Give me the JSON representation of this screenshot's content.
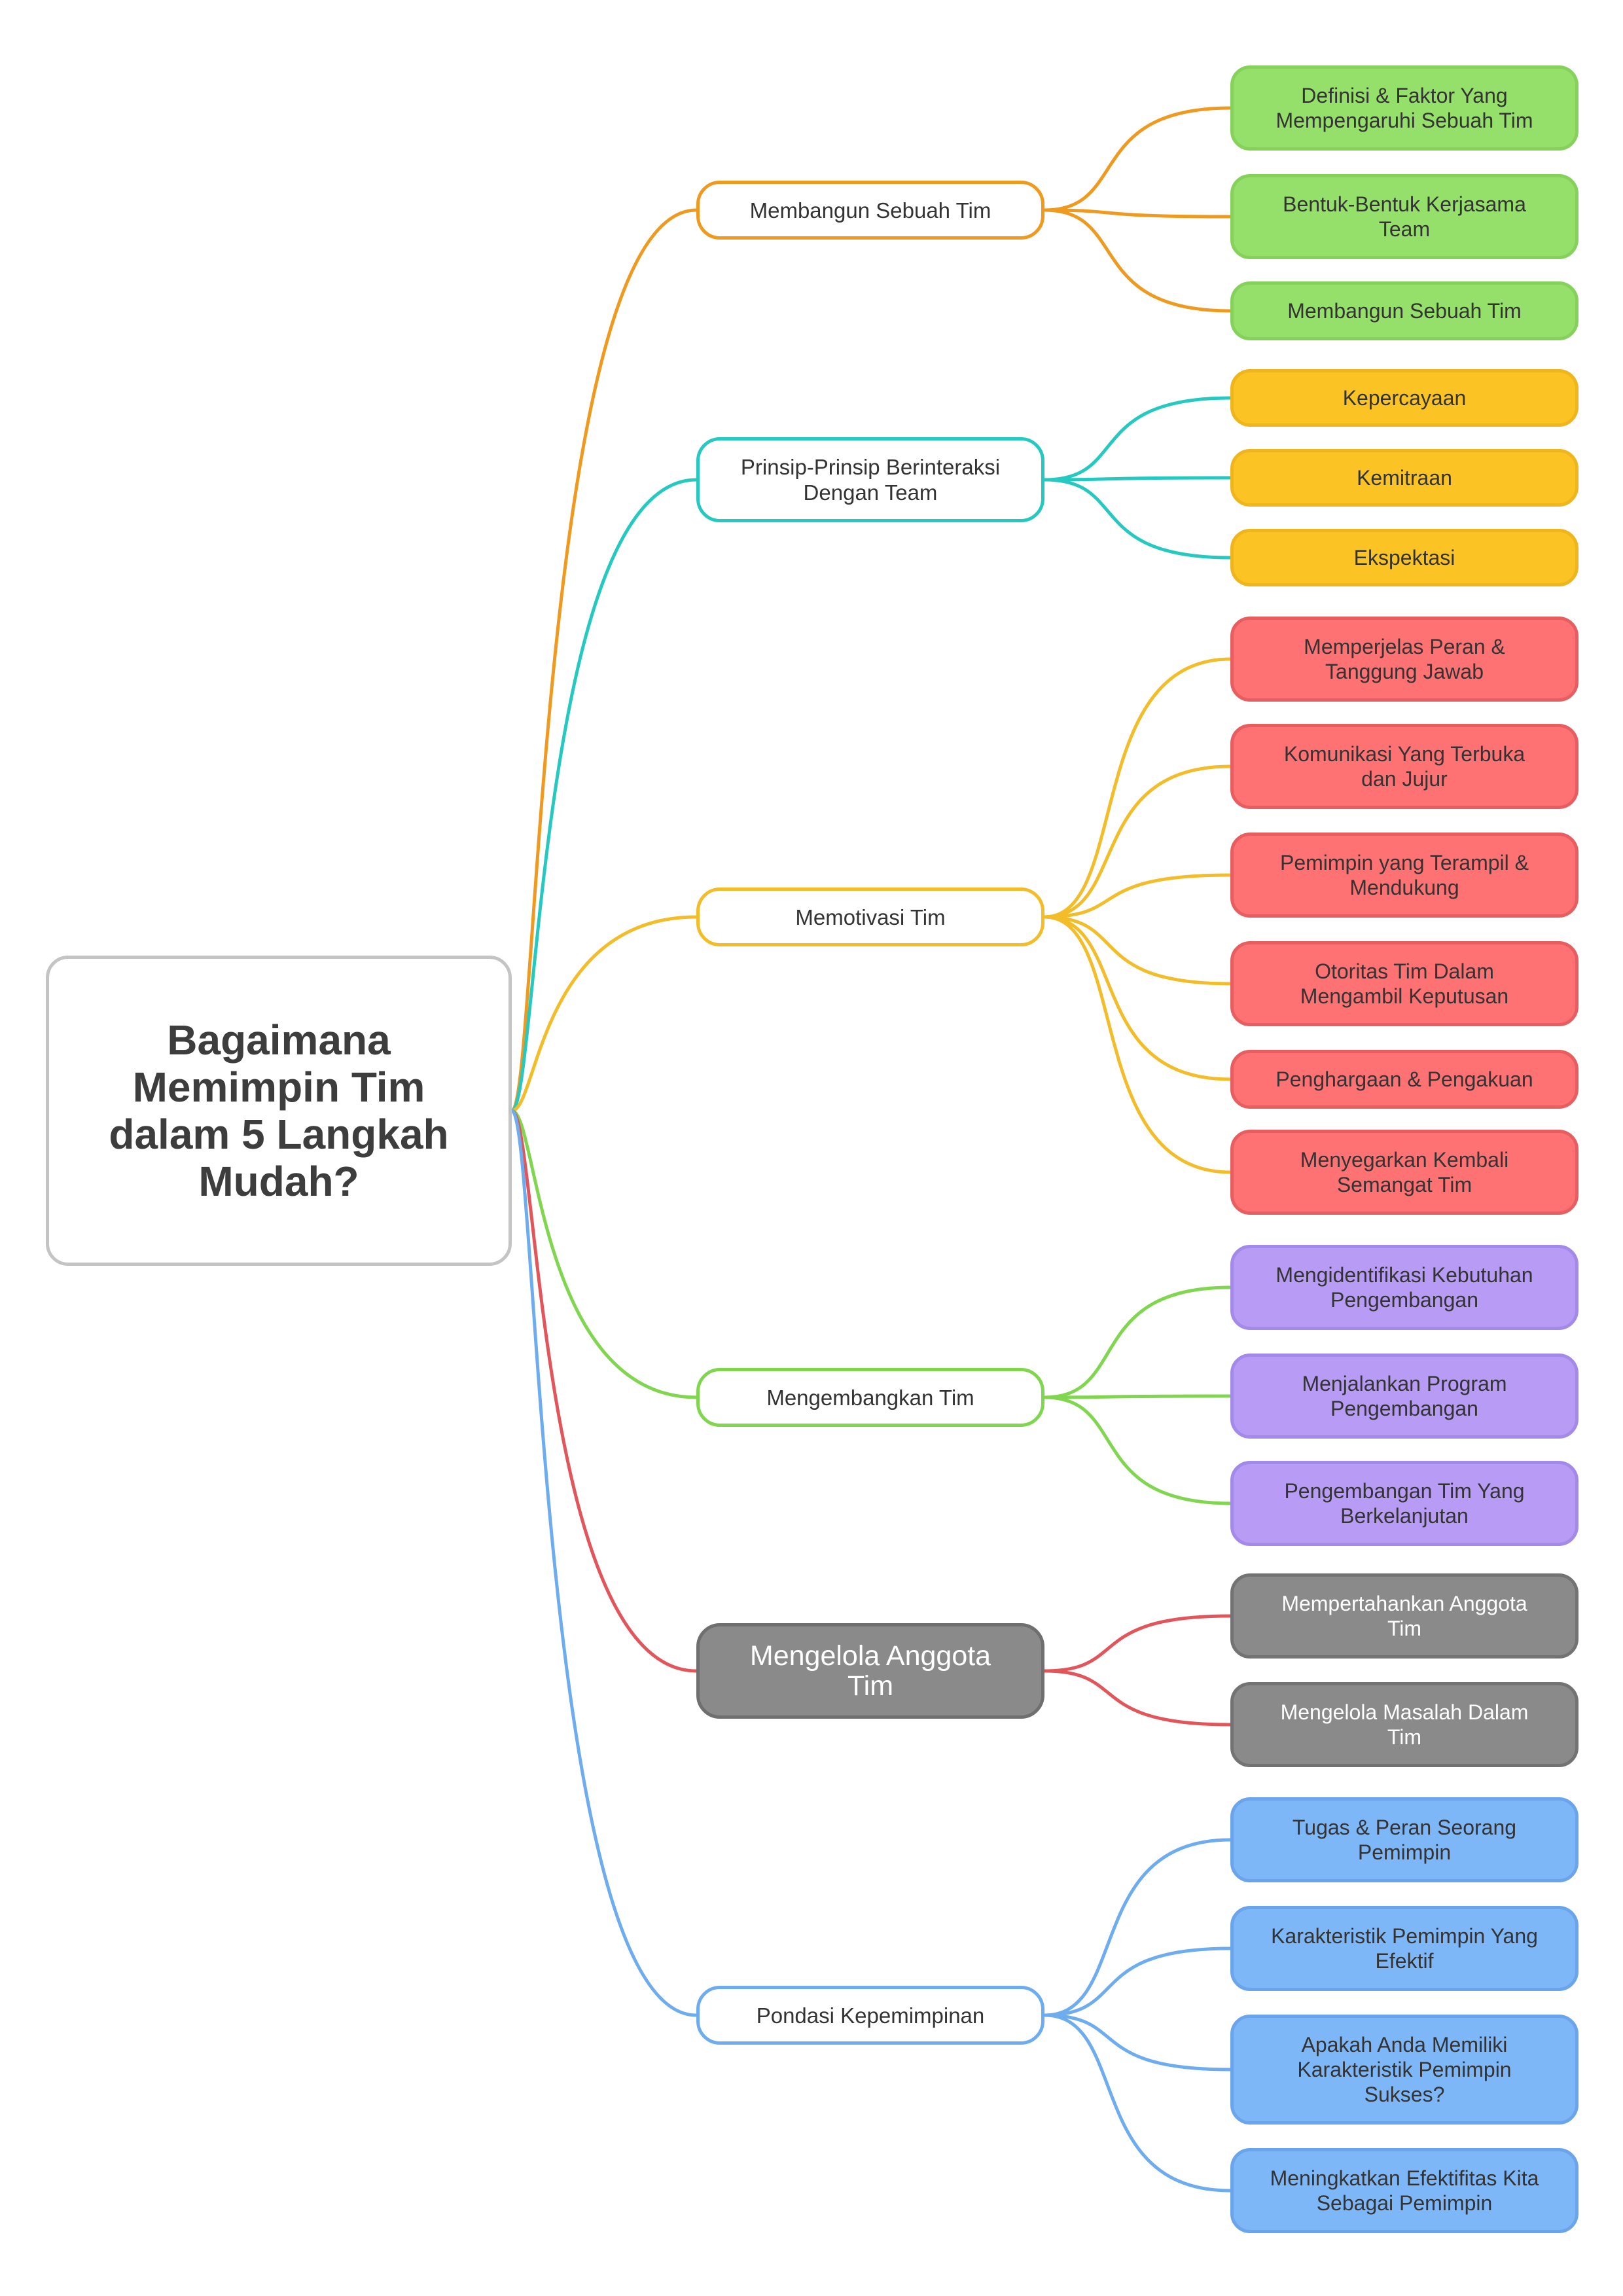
{
  "root": {
    "title": "Bagaimana\nMemimpin Tim\ndalam 5 Langkah\nMudah?"
  },
  "branches": [
    {
      "label": "Membangun Sebuah Tim",
      "color": "#ef9a1f",
      "leaf_fill": "#95e06a",
      "leaf_border": "#86d15c",
      "leaves": [
        "Definisi & Faktor Yang\nMempengaruhi Sebuah Tim",
        "Bentuk-Bentuk Kerjasama\nTeam",
        "Membangun Sebuah Tim"
      ]
    },
    {
      "label": "Prinsip-Prinsip Berinteraksi\nDengan Team",
      "color": "#25c9c0",
      "leaf_fill": "#fbc324",
      "leaf_border": "#efb51c",
      "leaves": [
        "Kepercayaan",
        "Kemitraan",
        "Ekspektasi"
      ]
    },
    {
      "label": "Memotivasi Tim",
      "color": "#f2bd29",
      "leaf_fill": "#ff7273",
      "leaf_border": "#e85e60",
      "leaves": [
        "Memperjelas Peran &\nTanggung Jawab",
        "Komunikasi Yang Terbuka\ndan Jujur",
        "Pemimpin yang Terampil &\nMendukung",
        "Otoritas Tim Dalam\nMengambil Keputusan",
        "Penghargaan & Pengakuan",
        "Menyegarkan Kembali\nSemangat Tim"
      ]
    },
    {
      "label": "Mengembangkan Tim",
      "color": "#80d64f",
      "leaf_fill": "#b79bf5",
      "leaf_border": "#a48ae8",
      "leaves": [
        "Mengidentifikasi Kebutuhan\nPengembangan",
        "Menjalankan Program\nPengembangan",
        "Pengembangan Tim Yang\nBerkelanjutan"
      ]
    },
    {
      "label": "Mengelola Anggota\nTim",
      "color": "#e2555b",
      "filled": true,
      "fill": "#8a8a8a",
      "leaf_fill": "#8a8a8a",
      "leaf_border": "#737373",
      "leaf_light_text": true,
      "leaves": [
        "Mempertahankan Anggota\nTim",
        "Mengelola Masalah Dalam\nTim"
      ]
    },
    {
      "label": "Pondasi Kepemimpinan",
      "color": "#6eacf0",
      "leaf_fill": "#7eb7f7",
      "leaf_border": "#6aa4ea",
      "leaves": [
        "Tugas & Peran Seorang\nPemimpin",
        "Karakteristik Pemimpin Yang\nEfektif",
        "Apakah Anda Memiliki\nKarakteristik Pemimpin\nSukses?",
        "Meningkatkan Efektifitas Kita\nSebagai Pemimpin"
      ]
    }
  ]
}
